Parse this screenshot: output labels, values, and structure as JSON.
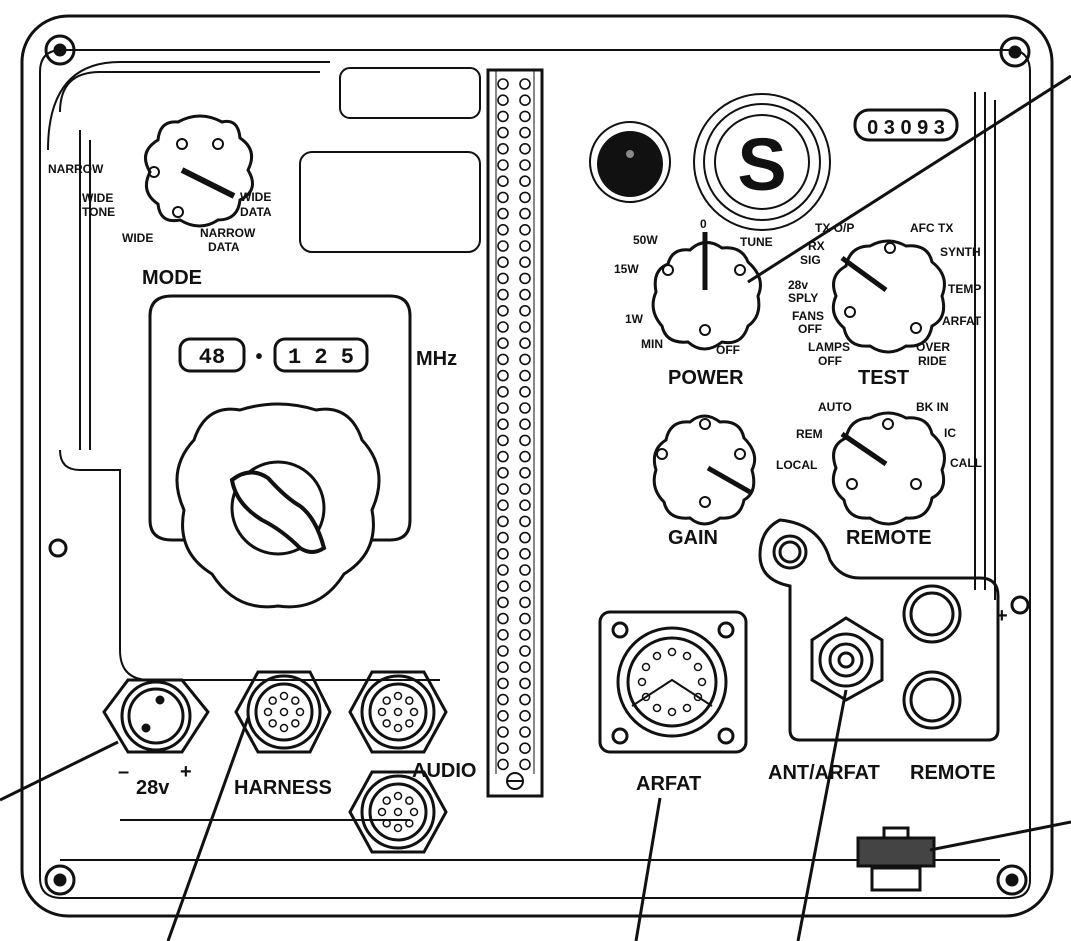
{
  "serial": "0 3 0 9 3",
  "mode": {
    "title": "MODE",
    "positions": [
      "NARROW",
      "WIDE",
      "TONE",
      "WIDE",
      "NARROW",
      "DATA",
      "WIDE",
      "DATA"
    ]
  },
  "frequency": {
    "mhz": "48",
    "khz": "1 2 5",
    "separator": "•",
    "unit": "MHz"
  },
  "power": {
    "title": "POWER",
    "positions": [
      "0",
      "50W",
      "TUNE",
      "15W",
      "1W",
      "MIN",
      "OFF"
    ]
  },
  "test": {
    "title": "TEST",
    "positions": [
      "TX O/P",
      "AFC TX",
      "RX",
      "SIG",
      "SYNTH",
      "28v",
      "SPLY",
      "TEMP",
      "FANS",
      "OFF",
      "ARFAT",
      "LAMPS",
      "OFF",
      "OVER",
      "RIDE"
    ]
  },
  "gain": {
    "title": "GAIN"
  },
  "remote_switch": {
    "title": "REMOTE",
    "positions": [
      "AUTO",
      "BK IN",
      "REM",
      "IC",
      "LOCAL",
      "CALL"
    ]
  },
  "connectors": {
    "power_in": {
      "label": "28v",
      "minus": "–",
      "plus": "+"
    },
    "harness": "HARNESS",
    "audio": "AUDIO",
    "arfat": "ARFAT",
    "ant_arfat": "ANT/ARFAT",
    "remote": "REMOTE",
    "remote_plus": "+"
  },
  "meter_symbol": "S"
}
